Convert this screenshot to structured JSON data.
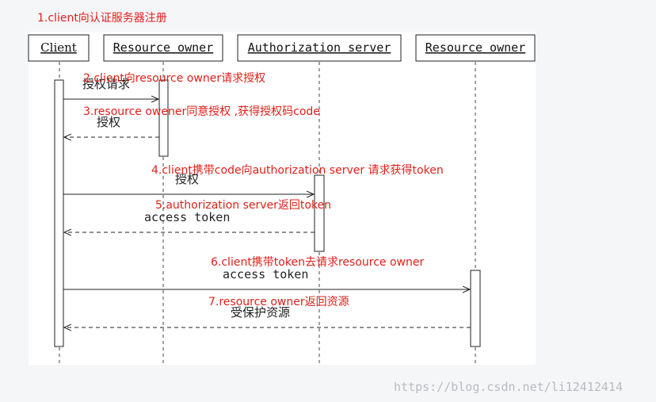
{
  "title": "1.client向认证服务器注册",
  "actors": [
    {
      "name": "Client"
    },
    {
      "name": "Resource owner"
    },
    {
      "name": "Authorization server"
    },
    {
      "name": "Resource owner"
    }
  ],
  "messages": [
    {
      "label": "授权请求"
    },
    {
      "label": "授权"
    },
    {
      "label": "授权"
    },
    {
      "label": "access token"
    },
    {
      "label": "access token"
    },
    {
      "label": "受保护资源"
    }
  ],
  "annotations": [
    "2.client向resource owner请求授权",
    "3.resource owener同意授权 ,获得授权码code",
    "4.client携带code向authorization server 请求获得token",
    "5.authorization server返回token",
    "6.client携带token去请求resource owner",
    "7.resource owner返回资源"
  ],
  "watermark": "https://blog.csdn.net/li12412414",
  "colors": {
    "annotation": "#e0201a",
    "panel": "#ffffff",
    "page": "#f5f6f8",
    "line": "#222222"
  }
}
